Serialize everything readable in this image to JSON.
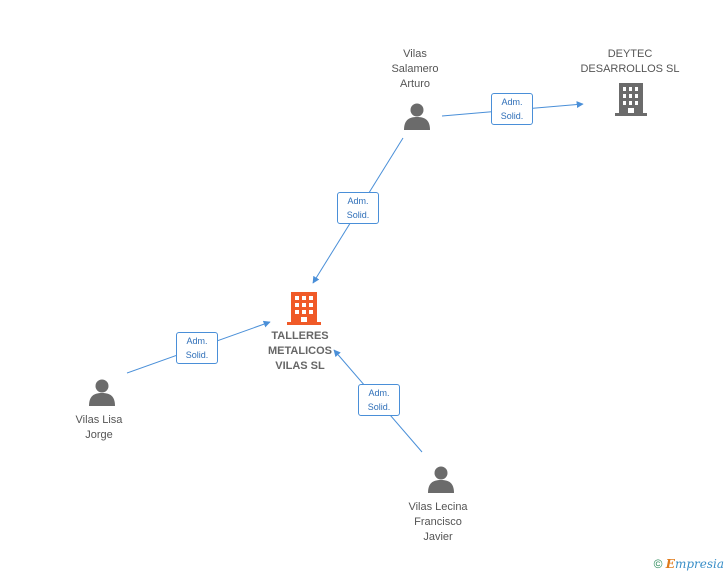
{
  "nodes": {
    "talleres": {
      "label": "TALLERES\nMETALICOS\nVILAS SL",
      "type": "company-main",
      "color": "#f05a28"
    },
    "deytec": {
      "label": "DEYTEC\nDESARROLLOS SL",
      "type": "company",
      "color": "#6b6b6b"
    },
    "salamero": {
      "label": "Vilas\nSalamero\nArturo",
      "type": "person",
      "color": "#6b6b6b"
    },
    "lisa": {
      "label": "Vilas Lisa\nJorge",
      "type": "person",
      "color": "#6b6b6b"
    },
    "lecina": {
      "label": "Vilas Lecina\nFrancisco\nJavier",
      "type": "person",
      "color": "#6b6b6b"
    }
  },
  "edges": [
    {
      "id": "salamero-deytec",
      "label": "Adm.\nSolid."
    },
    {
      "id": "salamero-talleres",
      "label": "Adm.\nSolid."
    },
    {
      "id": "lisa-talleres",
      "label": "Adm.\nSolid."
    },
    {
      "id": "lecina-talleres",
      "label": "Adm.\nSolid."
    }
  ],
  "edge_color": "#4a8fd8",
  "footer": {
    "copyright_symbol": "©",
    "brand_initial": "E",
    "brand_rest": "mpresia"
  }
}
